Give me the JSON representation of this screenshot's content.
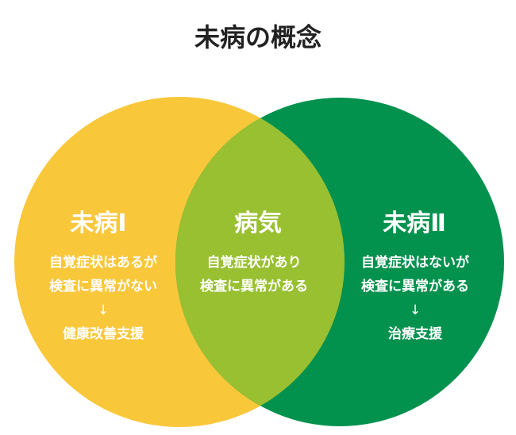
{
  "title": "未病の概念",
  "colors": {
    "left": "#F9C73A",
    "right": "#03914E",
    "overlap": "#98C031"
  },
  "left": {
    "heading": "未病Ⅰ",
    "lines": [
      "自覚症状はあるが",
      "検査に異常がない"
    ],
    "arrow": "↓",
    "result": "健康改善支援"
  },
  "center": {
    "heading": "病気",
    "lines": [
      "自覚症状があり",
      "検査に異常がある"
    ]
  },
  "right": {
    "heading": "未病Ⅱ",
    "lines": [
      "自覚症状はないが",
      "検査に異常がある"
    ],
    "arrow": "↓",
    "result": "治療支援"
  }
}
